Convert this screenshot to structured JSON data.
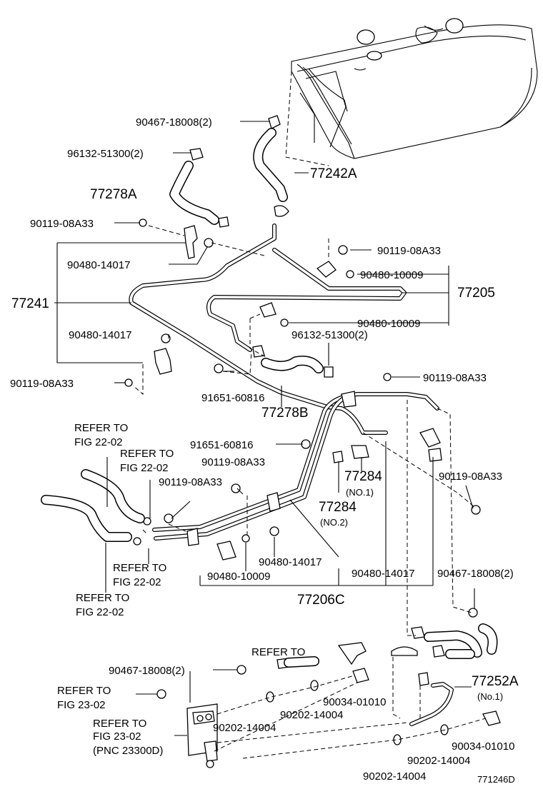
{
  "labels": {
    "l_9046718008_top": "90467-18008(2)",
    "l_9613251300_top": "96132-51300(2)",
    "l_77278A": "77278A",
    "l_77242A": "77242A",
    "l_9011908A33_a": "90119-08A33",
    "l_9048014017_a": "90480-14017",
    "l_77241": "77241",
    "l_9011908A33_b": "90119-08A33",
    "l_9048010009_a": "90480-10009",
    "l_77205": "77205",
    "l_9048010009_b": "90480-10009",
    "l_9613251300_mid": "96132-51300(2)",
    "l_9048014017_b": "90480-14017",
    "l_9011908A33_c": "90119-08A33",
    "l_9011908A33_d": "90119-08A33",
    "l_9165160816_a": "91651-60816",
    "l_77278B": "77278B",
    "l_refer1_a": "REFER TO",
    "l_refer1_b": "FIG 22-02",
    "l_refer2_a": "REFER TO",
    "l_refer2_b": "FIG 22-02",
    "l_9165160816_b": "91651-60816",
    "l_9011908A33_e": "90119-08A33",
    "l_9011908A33_f": "90119-08A33",
    "l_77284_no1": "77284",
    "l_no1": "(NO.1)",
    "l_77284_no2": "77284",
    "l_no2": "(NO.2)",
    "l_9011908A33_g": "90119-08A33",
    "l_refer3_a": "REFER TO",
    "l_refer3_b": "FIG 22-02",
    "l_9048014017_c": "90480-14017",
    "l_9048010009_c": "90480-10009",
    "l_refer4_a": "REFER TO",
    "l_refer4_b": "FIG 22-02",
    "l_77206C": "77206C",
    "l_9048014017_d": "90480-14017",
    "l_9046718008_mid": "90467-18008(2)",
    "l_refer5": "REFER TO",
    "l_9046718008_bot": "90467-18008(2)",
    "l_refer6_a": "REFER TO",
    "l_refer6_b": "FIG 23-02",
    "l_77252A": "77252A",
    "l_no1_b": "(No.1)",
    "l_9003401010_a": "90034-01010",
    "l_9020214004_a": "90202-14004",
    "l_9020214004_b": "90202-14004",
    "l_refer7_a": "REFER TO",
    "l_refer7_b": "FIG 23-02",
    "l_refer7_c": "(PNC 23300D)",
    "l_9003401010_b": "90034-01010",
    "l_9020214004_c": "90202-14004",
    "l_9020214004_d": "90202-14004",
    "l_code": "771246D"
  }
}
